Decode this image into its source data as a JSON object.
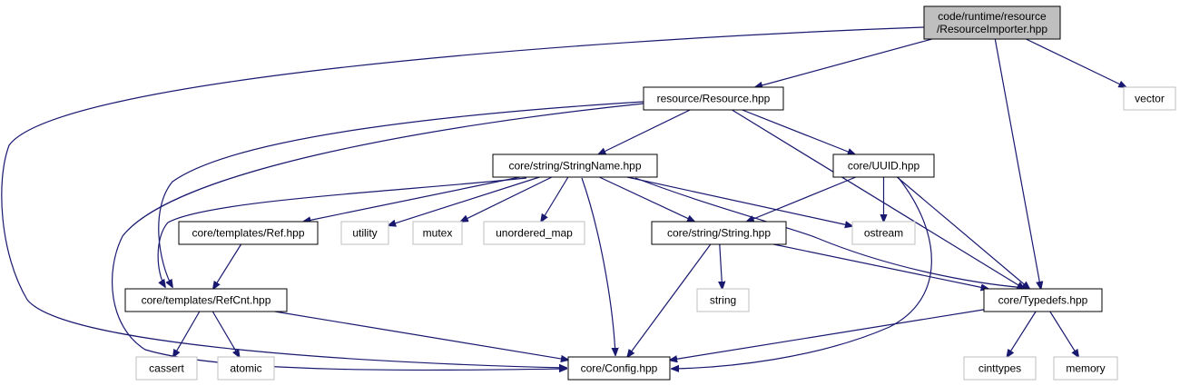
{
  "graph": {
    "nodes": [
      {
        "id": "root",
        "lines": [
          "code/runtime/resource",
          "/ResourceImporter.hpp"
        ],
        "kind": "root"
      },
      {
        "id": "resource",
        "lines": [
          "resource/Resource.hpp"
        ],
        "kind": "internal"
      },
      {
        "id": "vector",
        "lines": [
          "vector"
        ],
        "kind": "external"
      },
      {
        "id": "stringname",
        "lines": [
          "core/string/StringName.hpp"
        ],
        "kind": "internal"
      },
      {
        "id": "uuid",
        "lines": [
          "core/UUID.hpp"
        ],
        "kind": "internal"
      },
      {
        "id": "ref",
        "lines": [
          "core/templates/Ref.hpp"
        ],
        "kind": "internal"
      },
      {
        "id": "utility",
        "lines": [
          "utility"
        ],
        "kind": "external"
      },
      {
        "id": "mutex",
        "lines": [
          "mutex"
        ],
        "kind": "external"
      },
      {
        "id": "unordered_map",
        "lines": [
          "unordered_map"
        ],
        "kind": "external"
      },
      {
        "id": "string_hpp",
        "lines": [
          "core/string/String.hpp"
        ],
        "kind": "internal"
      },
      {
        "id": "ostream",
        "lines": [
          "ostream"
        ],
        "kind": "external"
      },
      {
        "id": "refcnt",
        "lines": [
          "core/templates/RefCnt.hpp"
        ],
        "kind": "internal"
      },
      {
        "id": "string_std",
        "lines": [
          "string"
        ],
        "kind": "external"
      },
      {
        "id": "typedefs",
        "lines": [
          "core/Typedefs.hpp"
        ],
        "kind": "internal"
      },
      {
        "id": "cassert",
        "lines": [
          "cassert"
        ],
        "kind": "external"
      },
      {
        "id": "atomic",
        "lines": [
          "atomic"
        ],
        "kind": "external"
      },
      {
        "id": "config",
        "lines": [
          "core/Config.hpp"
        ],
        "kind": "internal"
      },
      {
        "id": "cinttypes",
        "lines": [
          "cinttypes"
        ],
        "kind": "external"
      },
      {
        "id": "memory",
        "lines": [
          "memory"
        ],
        "kind": "external"
      }
    ],
    "edges": [
      [
        "root",
        "resource"
      ],
      [
        "root",
        "vector"
      ],
      [
        "root",
        "typedefs"
      ],
      [
        "root",
        "config"
      ],
      [
        "resource",
        "stringname"
      ],
      [
        "resource",
        "uuid"
      ],
      [
        "resource",
        "refcnt"
      ],
      [
        "resource",
        "typedefs"
      ],
      [
        "resource",
        "config"
      ],
      [
        "stringname",
        "ref"
      ],
      [
        "stringname",
        "utility"
      ],
      [
        "stringname",
        "mutex"
      ],
      [
        "stringname",
        "unordered_map"
      ],
      [
        "stringname",
        "string_hpp"
      ],
      [
        "stringname",
        "ostream"
      ],
      [
        "stringname",
        "refcnt"
      ],
      [
        "stringname",
        "typedefs"
      ],
      [
        "stringname",
        "config"
      ],
      [
        "uuid",
        "string_hpp"
      ],
      [
        "uuid",
        "ostream"
      ],
      [
        "uuid",
        "typedefs"
      ],
      [
        "uuid",
        "config"
      ],
      [
        "ref",
        "refcnt"
      ],
      [
        "string_hpp",
        "string_std"
      ],
      [
        "string_hpp",
        "config"
      ],
      [
        "string_hpp",
        "typedefs"
      ],
      [
        "refcnt",
        "cassert"
      ],
      [
        "refcnt",
        "atomic"
      ],
      [
        "refcnt",
        "config"
      ],
      [
        "typedefs",
        "config"
      ],
      [
        "typedefs",
        "cinttypes"
      ],
      [
        "typedefs",
        "memory"
      ]
    ]
  }
}
